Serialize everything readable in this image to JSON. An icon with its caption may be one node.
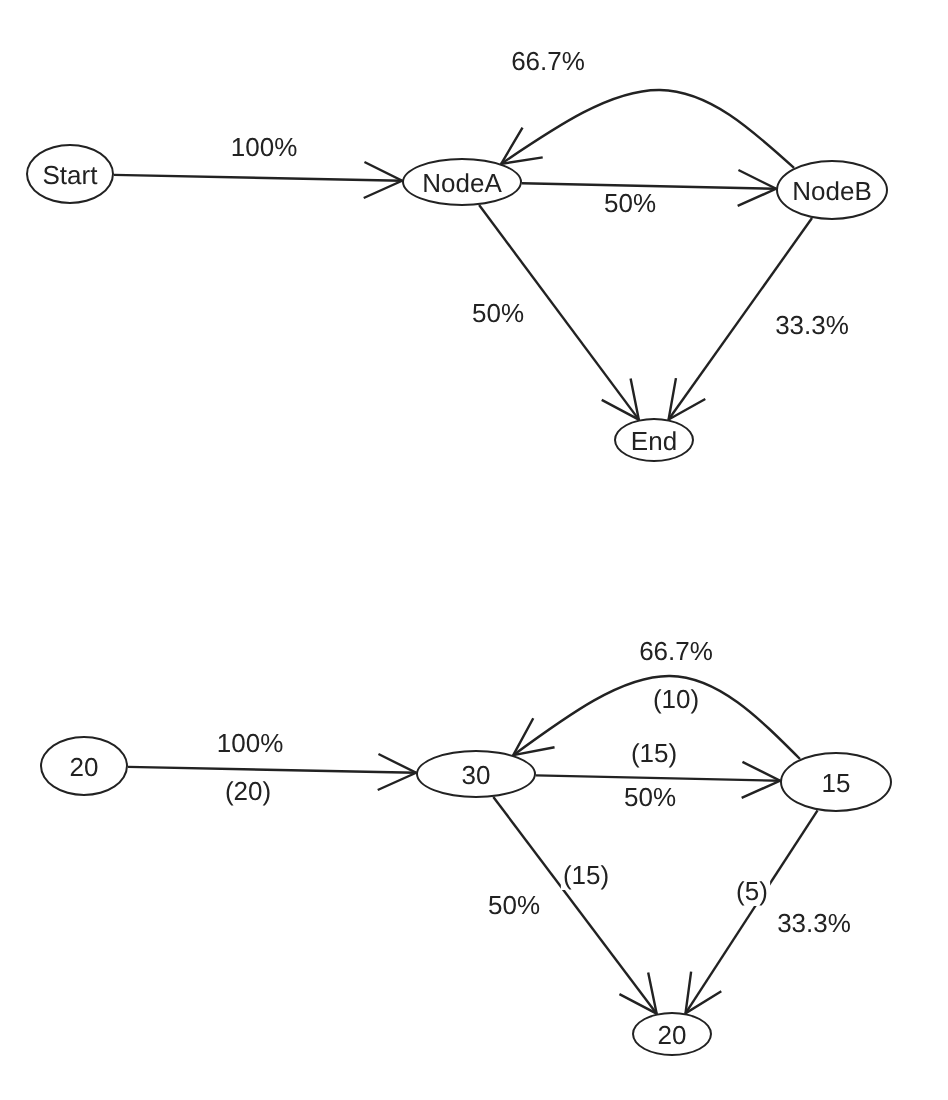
{
  "diagram": {
    "nodes": [
      {
        "text": [
          "Start"
        ]
      },
      {
        "text": [
          "NodeA"
        ]
      },
      {
        "text": [
          "NodeB"
        ]
      },
      {
        "text": [
          "End"
        ]
      },
      {
        "text": [
          "20"
        ]
      },
      {
        "text": [
          "30"
        ]
      },
      {
        "text": [
          "15"
        ]
      },
      {
        "text": [
          "20"
        ]
      }
    ],
    "edges": [
      {
        "from": 0,
        "to": 1,
        "arrow": "to",
        "label": "100%"
      },
      {
        "from": 1,
        "to": 2,
        "arrow": "to",
        "label": "50%"
      },
      {
        "from": 2,
        "to": 1,
        "arrow": "to",
        "label": "66.7%"
      },
      {
        "from": 1,
        "to": 3,
        "arrow": "to",
        "label": "50%"
      },
      {
        "from": 2,
        "to": 3,
        "arrow": "to",
        "label": "33.3%"
      },
      {
        "from": 4,
        "to": 5,
        "arrow": "to",
        "label": "100%"
      },
      {
        "from": 5,
        "to": 6,
        "arrow": "to",
        "label": "50%"
      },
      {
        "from": 6,
        "to": 5,
        "arrow": "to",
        "label": "66.7%"
      },
      {
        "from": 5,
        "to": 7,
        "arrow": "to",
        "label": "50%"
      },
      {
        "from": 6,
        "to": 7,
        "arrow": "to",
        "label": "33.3%"
      }
    ],
    "labels": [
      "(10)",
      "(20)",
      "(15)",
      "(15)",
      "(5)"
    ]
  }
}
